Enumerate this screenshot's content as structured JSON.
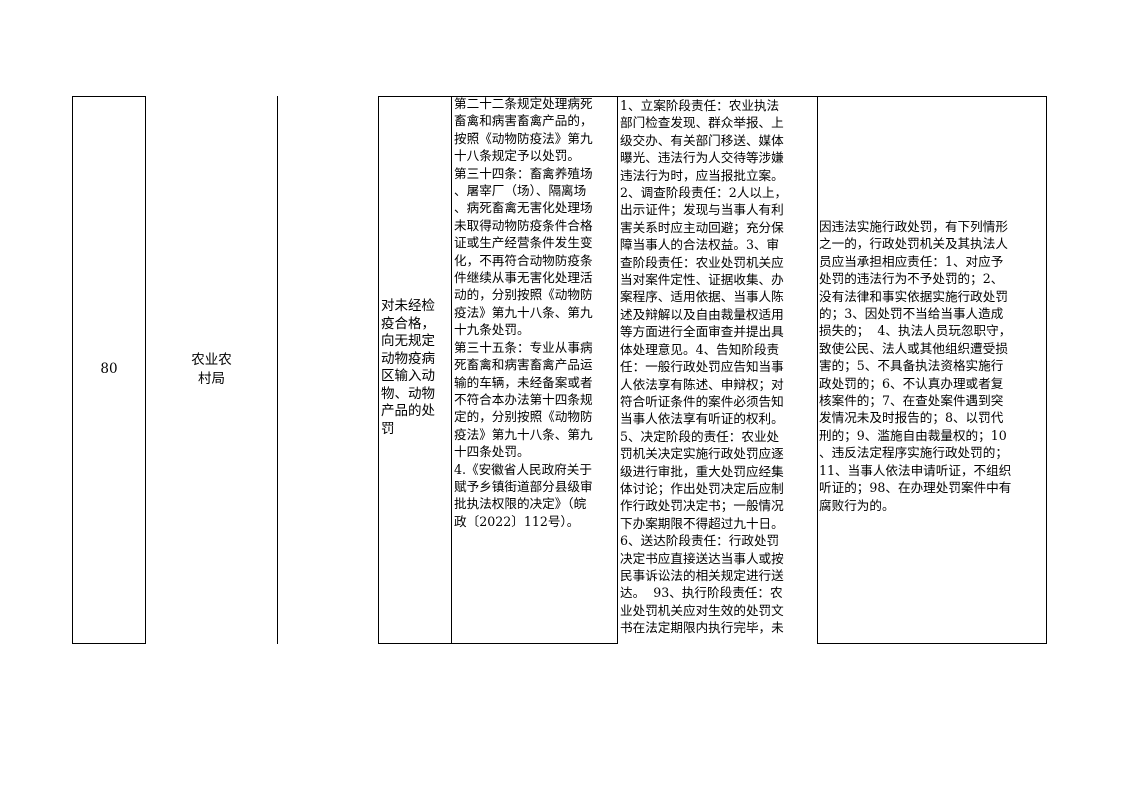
{
  "row": {
    "number": "80",
    "department": "农业农\n村局",
    "item_name": "对未经检\n疫合格，\n向无规定\n动物疫病\n区输入动\n物、动物\n产品的处\n罚",
    "basis_lines": [
      "第二十二条规定处理病死",
      "畜禽和病害畜禽产品的，",
      "按照《动物防疫法》第九",
      "十八条规定予以处罚。",
      "第三十四条：畜禽养殖场",
      "、屠宰厂（场）、隔离场",
      "、病死畜禽无害化处理场",
      "未取得动物防疫条件合格",
      "证或生产经营条件发生变",
      "化，不再符合动物防疫条",
      "件继续从事无害化处理活",
      "动的，分别按照《动物防",
      "疫法》第九十八条、第九",
      "十九条处罚。",
      "第三十五条：专业从事病",
      "死畜禽和病害畜禽产品运",
      "输的车辆，未经备案或者",
      "不符合本办法第十四条规",
      "定的，分别按照《动物防",
      "疫法》第九十八条、第九",
      "十四条处罚。",
      "4.《安徽省人民政府关于",
      "赋予乡镇街道部分县级审",
      "批执法权限的决定》（皖",
      "政〔2022〕112号）。"
    ],
    "responsibility_lines": [
      "1、立案阶段责任：农业执法",
      "部门检查发现、群众举报、上",
      "级交办、有关部门移送、媒体",
      "曝光、违法行为人交待等涉嫌",
      "违法行为时，应当报批立案。",
      "2、调查阶段责任：2人以上，",
      "出示证件；发现与当事人有利",
      "害关系时应主动回避；充分保",
      "障当事人的合法权益。3、审",
      "查阶段责任：农业处罚机关应",
      "当对案件定性、证据收集、办",
      "案程序、适用依据、当事人陈",
      "述及辩解以及自由裁量权适用",
      "等方面进行全面审查并提出具",
      "体处理意见。4、告知阶段责",
      "任：一般行政处罚应告知当事",
      "人依法享有陈述、申辩权；对",
      "符合听证条件的案件必须告知",
      "当事人依法享有听证的权利。",
      "5、决定阶段的责任：农业处",
      "罚机关决定实施行政处罚应逐",
      "级进行审批，重大处罚应经集",
      "体讨论；作出处罚决定后应制",
      "作行政处罚决定书；一般情况",
      "下办案期限不得超过九十日。",
      "6、送达阶段责任：行政处罚",
      "决定书应直接送达当事人或按",
      "民事诉讼法的相关规定进行送",
      "达。  93、执行阶段责任：农",
      "业处罚机关应对生效的处罚文",
      "书在法定期限内执行完毕，未"
    ],
    "accountability_lines": [
      "因违法实施行政处罚，有下列情形",
      "之一的，行政处罚机关及其执法人",
      "员应当承担相应责任：1、对应予",
      "处罚的违法行为不予处罚的；2、",
      "没有法律和事实依据实施行政处罚",
      "的；3、因处罚不当给当事人造成",
      "损失的；  4、执法人员玩忽职守，",
      "致使公民、法人或其他组织遭受损",
      "害的；5、不具备执法资格实施行",
      "政处罚的；6、不认真办理或者复",
      "核案件的；7、在查处案件遇到突",
      "发情况未及时报告的；8、以罚代",
      "刑的；9、滥施自由裁量权的；10",
      "、违反法定程序实施行政处罚的；",
      "11、当事人依法申请听证，不组织",
      "听证的；98、在办理处罚案件中有",
      "腐败行为的。"
    ]
  }
}
